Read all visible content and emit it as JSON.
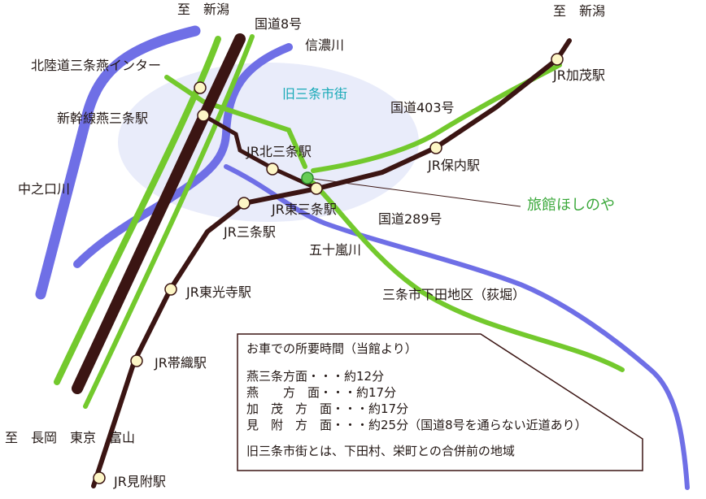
{
  "destinations": {
    "top_left": "至　新潟",
    "top_right": "至　新潟",
    "bottom_left": "至　長岡　東京　富山"
  },
  "roads": {
    "route8": "国道8号",
    "route403": "国道403号",
    "route289": "国道289号"
  },
  "rivers": {
    "shinano": "信濃川",
    "nakanokuchi": "中之口川",
    "igarashi": "五十嵐川"
  },
  "area": {
    "old_town": "旧三条市街",
    "shimoda": "三条市下田地区（荻堀）"
  },
  "places": {
    "interchange": "北陸道三条燕インター",
    "shinkansen": "新幹線燕三条駅",
    "kitasanjo": "JR北三条駅",
    "higashisanjo": "JR東三条駅",
    "sanjo": "JR三条駅",
    "higashikoji": "JR東光寺駅",
    "obiori": "JR帯織駅",
    "mitsuke": "JR見附駅",
    "hounai": "JR保内駅",
    "kamo": "JR加茂駅"
  },
  "inn": "旅館ほしのや",
  "info": {
    "title": "お車での所要時間（当館より）",
    "lines": [
      "燕三条方面・・・約12分",
      "燕　　方　面・・・約17分",
      "加　茂　方　面・・・約17分",
      "見　附　方　面・・・約25分（国道8号を通らない近道あり）"
    ],
    "note": "旧三条市街とは、下田村、栄町との合併前の地域"
  },
  "colors": {
    "river": "#6f6fe6",
    "road": "#73c92d",
    "rail": "#3b1513",
    "old_town": "#e9ecfa",
    "inn_text": "#3aa83a",
    "area_text": "#16a9b7"
  }
}
